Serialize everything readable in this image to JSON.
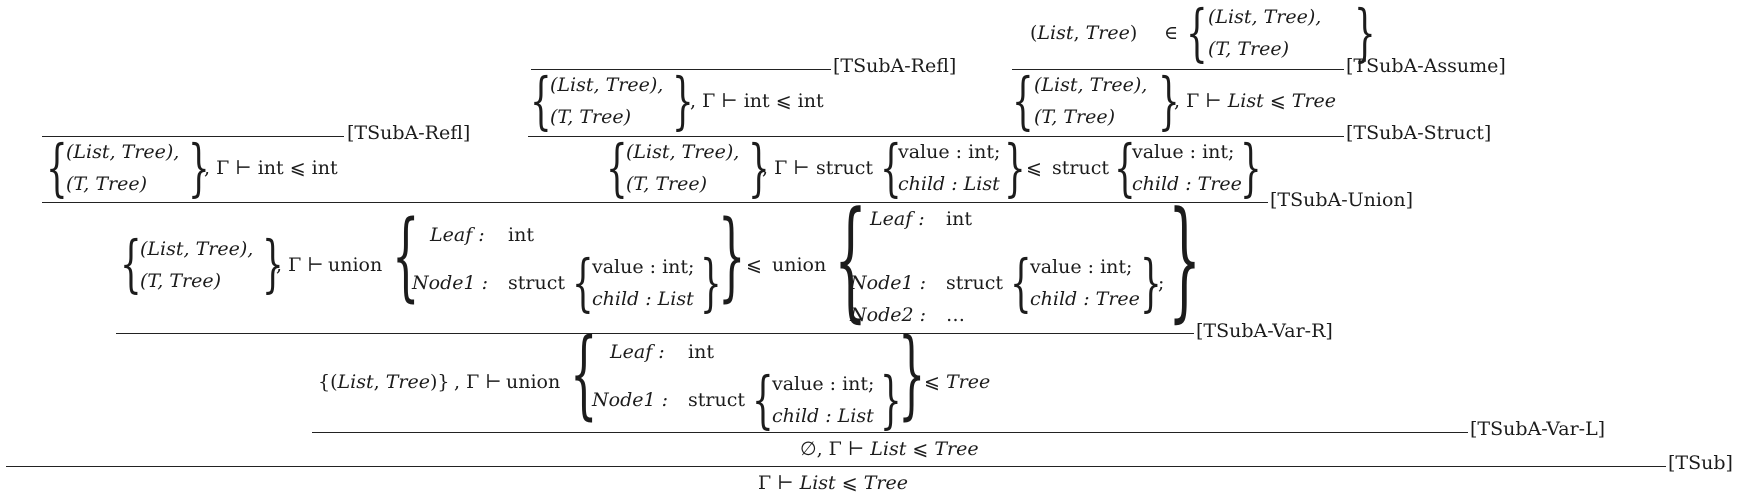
{
  "env": {
    "pair1": "(List, Tree),",
    "pair2": "(T, Tree)",
    "env_single": "{(List, Tree)}",
    "env_empty": "∅"
  },
  "tokens": {
    "entails": ", Γ ⊢",
    "entails_plain": "Γ ⊢",
    "le": "⩽",
    "elem": "∈",
    "int": "int",
    "struct": "struct",
    "union": "union",
    "semicolon": ";",
    "ellipsis": "…",
    "List": "List",
    "Tree": "Tree"
  },
  "fields": {
    "value_int": "value : int;",
    "child_list": "child : List",
    "child_tree": "child : Tree",
    "leaf": "Leaf :",
    "node1": "Node1 :",
    "node2": "Node2 :"
  },
  "rules": {
    "refl": "[TSubA-Refl]",
    "assume": "[TSubA-Assume]",
    "struct": "[TSubA-Struct]",
    "union": "[TSubA-Union]",
    "var_r": "[TSubA-Var-R]",
    "var_l": "[TSubA-Var-L]",
    "sub": "[TSub]"
  }
}
